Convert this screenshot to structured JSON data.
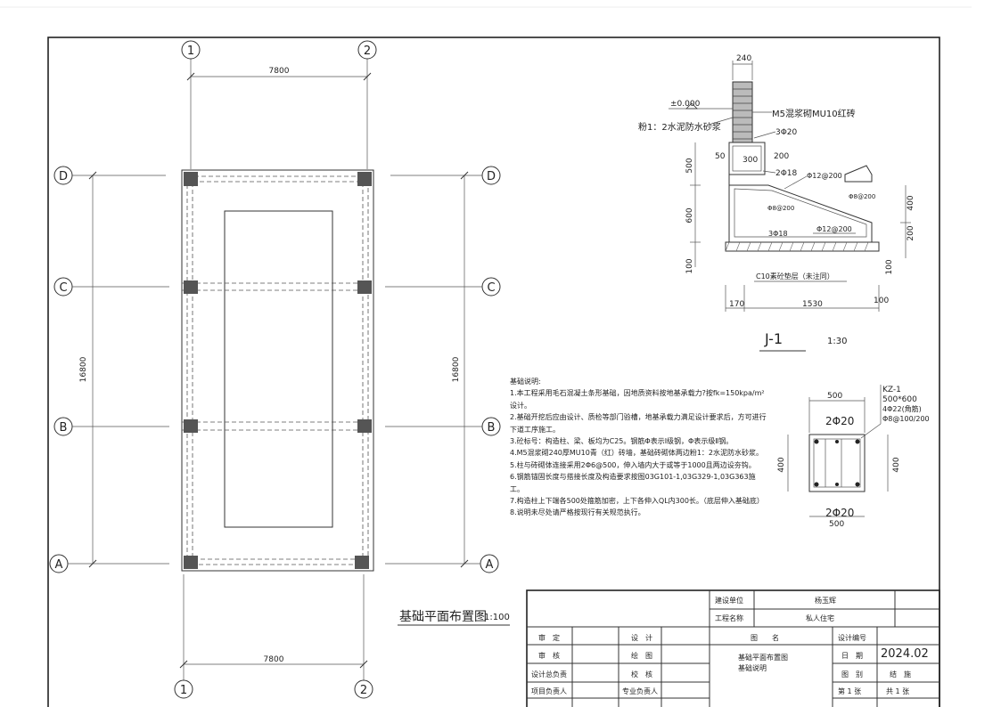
{
  "plan": {
    "title": "基础平面布置图",
    "scale": "1:100",
    "dim_top": "7800",
    "dim_bottom": "7800",
    "dim_left": "16800",
    "dim_right": "16800",
    "axis_cols": [
      "1",
      "2"
    ],
    "axis_rows": [
      "D",
      "C",
      "B",
      "A"
    ]
  },
  "section": {
    "title": "J-1",
    "scale": "1:30",
    "labels": {
      "wall_width": "240",
      "elevation": "±0.000",
      "mortar": "粉1：2水泥防水砂浆",
      "brick": "M5混浆砌MU10红砖",
      "top_bar": "3Φ20",
      "d200": "200",
      "d50": "50",
      "d300": "300",
      "bar2": "2Φ18",
      "d500": "500",
      "bar12a": "Φ12@200",
      "d8a": "Φ8@200",
      "d8b": "Φ8@200",
      "d600": "600",
      "bar3": "3Φ18",
      "bar12b": "Φ12@200",
      "d400r": "400",
      "d200r": "200",
      "d100l": "100",
      "d100r": "100",
      "pad": "C10素砼垫层（未注同）",
      "d170": "170",
      "d1530": "1530",
      "d100b": "100"
    }
  },
  "column": {
    "name": "KZ-1",
    "size": "500*600",
    "corner_bars": "4Φ22(角筋)",
    "stirrup": "Φ8@100/200",
    "top_label": "2Φ20",
    "bottom_label": "2Φ20",
    "dim_top": "500",
    "dim_bottom": "500",
    "dim_left": "400",
    "dim_right": "400"
  },
  "notes": {
    "heading": "基础说明:",
    "items": [
      "1.本工程采用毛石混凝土条形基础，因地质资料按地基承载力?按fk=150kpa/m²设计。",
      "2.基础开挖后应由设计、质检等部门验槽，地基承载力满足设计要求后，方可进行下道工序施工。",
      "3.砼标号：构造柱、梁、板均为C25。钢筋Φ表示Ⅰ级钢，Φ表示级Ⅱ钢。",
      "4.M5混浆砌240厚MU10青（红）砖墙，基础砖砌体两边粉1：2水泥防水砂浆。",
      "5.柱与砖砌体连接采用2Φ6@500，伸入墙内大于或等于1000且两边设夯钩。",
      "6.钢筋锚固长度与搭接长度及构造要求按图03G101-1,03G329-1,03G363施工。",
      "7.构造柱上下端各500处箍筋加密，上下各伸入QL内300长。（底层伸入基础底）",
      "8.说明未尽处请严格按现行有关规范执行。"
    ]
  },
  "titleblock": {
    "unit_label": "建设单位",
    "unit_value": "杨玉辉",
    "project_label": "工程名称",
    "project_value": "私人住宅",
    "audit": "审　定",
    "design": "设　计",
    "review": "审　核",
    "draw": "绘　图",
    "chief": "设计总负责",
    "check": "校　核",
    "pm": "项目负责人",
    "spec": "专业负责人",
    "drawing_name_label": "图　　名",
    "drawing_name_1": "基础平面布置图",
    "drawing_name_2": "基础说明",
    "design_no": "设计编号",
    "date_label": "日　期",
    "date_value": "2024.02",
    "type_label": "图　别",
    "type_value": "结　施",
    "sheet_label": "第 1 张",
    "total": "共 1 张"
  }
}
